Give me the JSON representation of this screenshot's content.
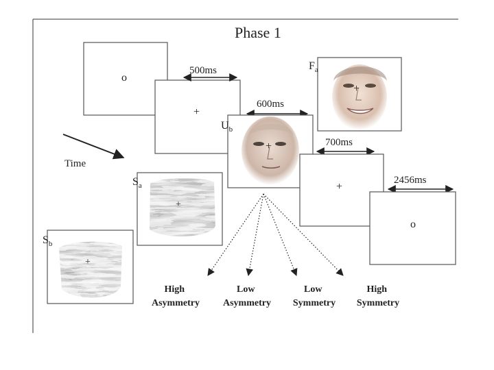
{
  "title": "Phase 1",
  "time_label": "Time",
  "screens": {
    "circle_1": {
      "symbol": "o"
    },
    "fixation_1": {
      "symbol": "+"
    },
    "face_fa": {
      "label_main": "F",
      "label_sub": "a"
    },
    "face_ub": {
      "label_main": "U",
      "label_sub": "b"
    },
    "fixation_2": {
      "symbol": "+"
    },
    "circle_2": {
      "symbol": "o"
    },
    "scrambled_sa": {
      "label_main": "S",
      "label_sub": "a"
    },
    "scrambled_sb": {
      "label_main": "S",
      "label_sub": "b"
    }
  },
  "durations": {
    "d1": "500ms",
    "d2": "600ms",
    "d3": "700ms",
    "d4": "2456ms"
  },
  "responses": [
    {
      "line1": "High",
      "line2": "Asymmetry"
    },
    {
      "line1": "Low",
      "line2": "Asymmetry"
    },
    {
      "line1": "Low",
      "line2": "Symmetry"
    },
    {
      "line1": "High",
      "line2": "Symmetry"
    }
  ],
  "colors": {
    "frame": "#555555",
    "text": "#222222",
    "face_skin": "#e3cbb9",
    "scramble_dark": "#333333"
  }
}
